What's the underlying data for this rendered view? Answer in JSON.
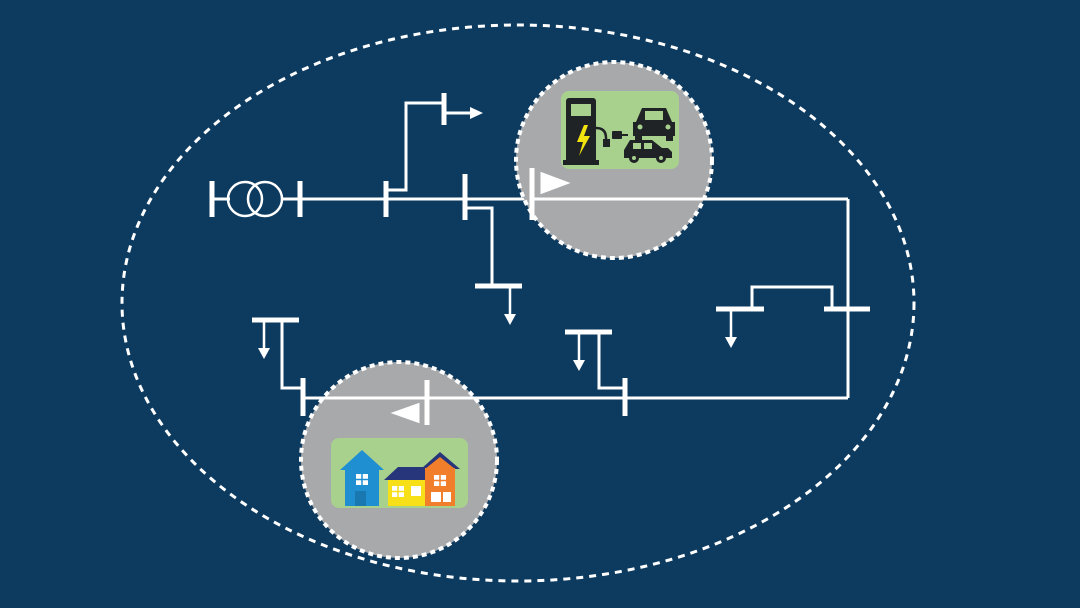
{
  "diagram": {
    "type": "microgrid-single-line-diagram",
    "colors": {
      "background": "#0d3b60",
      "lines": "#ffffff",
      "boundary": "#ffffff",
      "inset_circle_fill": "#a8a9ab",
      "inset_card_fill": "#a9d18e",
      "ev_icon_color": "#1f2326",
      "lightning_color": "#f2e30f",
      "house_blue": "#1f8fd1",
      "house_yellow": "#f7e017",
      "house_orange": "#f07e2a",
      "roof_navy": "#27357a"
    },
    "icons": [
      "transformer-icon",
      "ev-charging-station-icon",
      "car-icon",
      "suv-icon",
      "lightning-bolt-icon",
      "houses-icon",
      "load-arrow-icon",
      "power-flow-arrow-icon"
    ],
    "components": {
      "boundary": "dashed-ellipse",
      "transformer": "two-winding",
      "insets": [
        "ev-charging",
        "residential-houses"
      ],
      "load_count": 6,
      "flow_arrows": [
        "right",
        "left"
      ]
    }
  }
}
